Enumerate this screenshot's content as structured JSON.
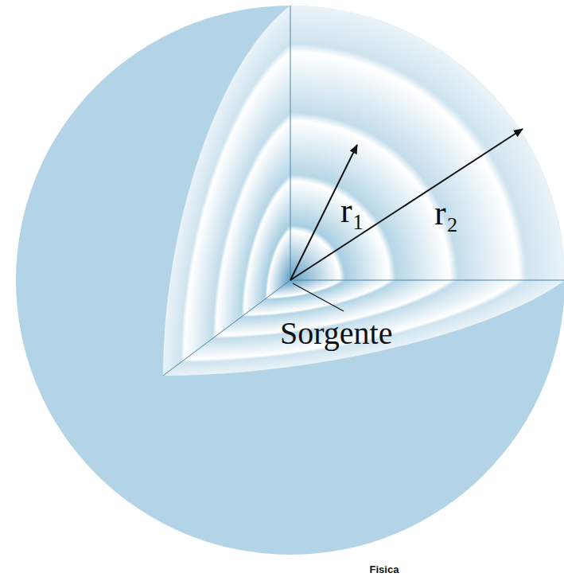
{
  "diagram": {
    "caption": "Fisica",
    "labels": [
      "r₁",
      "r₂",
      "Sorgente"
    ]
  }
}
